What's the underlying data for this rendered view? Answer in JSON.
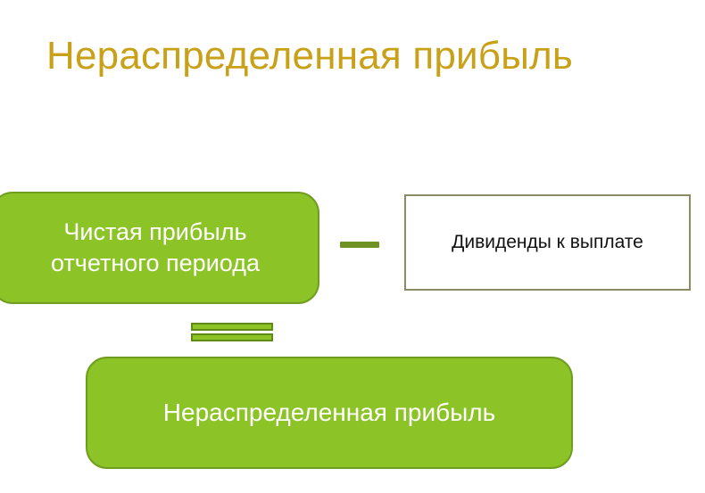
{
  "slide": {
    "title": "Нераспределенная прибыль",
    "background_color": "#ffffff",
    "title_color": "#c8a119"
  },
  "diagram": {
    "type": "formula",
    "operators": {
      "minus": "−",
      "equals": "="
    },
    "boxes": [
      {
        "id": "net-profit",
        "label": "Чистая прибыль\nотчетного периода",
        "fill_color": "#8cc427",
        "border_color": "#6f9d1f",
        "text_color": "#ffffff",
        "shape": "rounded-rectangle"
      },
      {
        "id": "dividends",
        "label": "Дивиденды к выплате",
        "fill_color": "#ffffff",
        "border_color": "#8b8b65",
        "text_color": "#111111",
        "shape": "rectangle"
      },
      {
        "id": "retained-earnings",
        "label": "Нераспределенная прибыль",
        "fill_color": "#8cc427",
        "border_color": "#6f9d1f",
        "text_color": "#ffffff",
        "shape": "rounded-rectangle"
      }
    ]
  }
}
